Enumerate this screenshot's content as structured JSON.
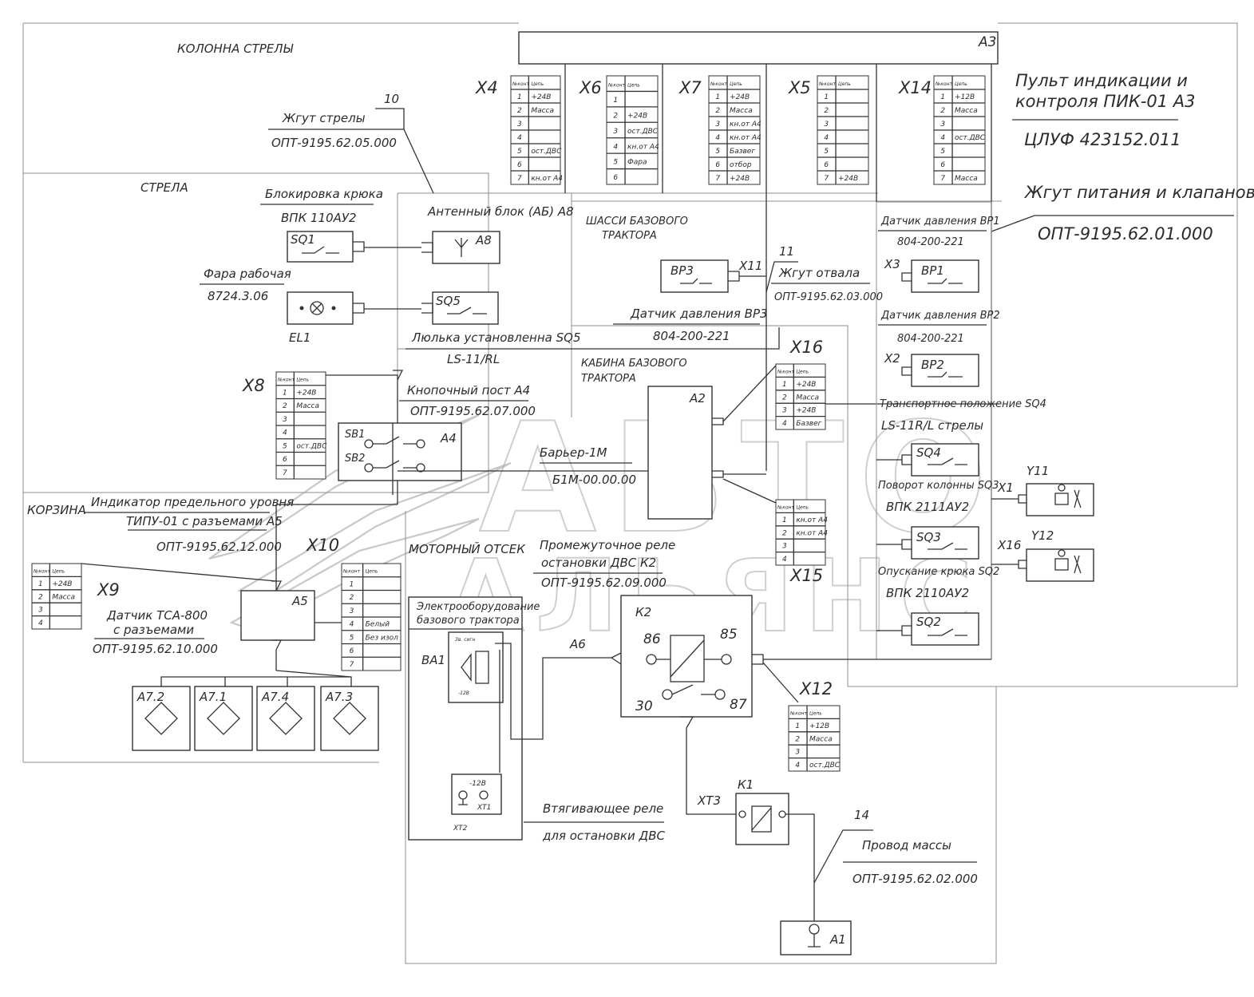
{
  "zones": {
    "boom_column": "КОЛОННА СТРЕЛЫ",
    "boom": "СТРЕЛА",
    "basket": "КОРЗИНА",
    "engine_bay": "МОТОРНЫЙ ОТСЕК",
    "chassis": "ШАССИ БАЗОВОГО ТРАКТОРА",
    "cabin": "КАБИНА БАЗОВОГО ТРАКТОРА"
  },
  "panel": {
    "ref": "А3",
    "title_line1": "Пульт индикации и",
    "title_line2": "контроля ПИК-01 А3",
    "code": "ЦЛУФ 423152.011"
  },
  "harnesses": {
    "boom_title": "Жгут стрелы",
    "boom_code": "ОПТ-9195.62.05.000",
    "boom_num": "10",
    "blade_title": "Жгут отвала",
    "blade_code": "ОПТ-9195.62.03.000",
    "blade_num": "11",
    "power_title": "Жгут питания и клапанов",
    "power_code": "ОПТ-9195.62.01.000",
    "ground_title": "Провод массы",
    "ground_code": "ОПТ-9195.62.02.000",
    "ground_num": "14"
  },
  "components": {
    "hook_lock": "Блокировка крюка",
    "hook_lock_code": "ВПК 110АУ2",
    "work_lamp": "Фара рабочая",
    "work_lamp_code": "8724.3.06",
    "antenna": "Антенный блок (АБ) А8",
    "cradle": "Люлька установленна SQ5",
    "cradle_code": "LS-11/RL",
    "button_post": "Кнопочный пост А4",
    "button_post_code": "ОПТ-9195.62.07.000",
    "barrier": "Барьер-1М",
    "barrier_code": "Б1М-00.00.00",
    "limit_ind1": "Индикатор предельного уровня",
    "limit_ind2": "ТИПУ-01 с разъемами А5",
    "limit_ind_code": "ОПТ-9195.62.12.000",
    "tsa1": "Датчик ТСА-800",
    "tsa2": "с разъемами",
    "tsa_code": "ОПТ-9195.62.10.000",
    "relay_k2_1": "Промежуточное реле",
    "relay_k2_2": "остановки ДВС К2",
    "relay_k2_code": "ОПТ-9195.62.09.000",
    "tractor_eq1": "Электрооборудование",
    "tractor_eq2": "базового трактора",
    "pull_relay1": "Втягивающее реле",
    "pull_relay2": "для остановки ДВС",
    "bp3": "Датчик давления ВР3",
    "bp3_code": "804-200-221",
    "bp1": "Датчик давления ВР1",
    "bp1_code": "804-200-221",
    "bp2": "Датчик давления ВР2",
    "bp2_code": "804-200-221",
    "sq4": "Транспортное положение SQ4",
    "sq4_code": "LS-11R/L стрелы",
    "sq3": "Поворот колонны SQ3",
    "sq3_code": "ВПК 2111АУ2",
    "sq2": "Опускание крюка SQ2",
    "sq2_code": "ВПК 2110АУ2"
  },
  "refs": {
    "x4": "Х4",
    "x6": "Х6",
    "x7": "Х7",
    "x5": "Х5",
    "x14": "Х14",
    "x8": "Х8",
    "x9": "Х9",
    "x10": "Х10",
    "x11": "Х11",
    "x16": "Х16",
    "x15": "Х15",
    "x12": "Х12",
    "x3": "Х3",
    "x2": "Х2",
    "x1": "Х1",
    "x16b": "Х16",
    "xt3": "ХТ3",
    "xt1": "ХТ1",
    "xt2": "ХТ2",
    "sq1": "SQ1",
    "sq5": "SQ5",
    "el1": "EL1",
    "a8": "А8",
    "sb1": "SB1",
    "sb2": "SB2",
    "a4": "А4",
    "a2": "А2",
    "a5": "А5",
    "a6": "А6",
    "k2": "К2",
    "k1": "К1",
    "a1": "А1",
    "ba1": "ВА1",
    "bp1": "ВР1",
    "bp2": "ВР2",
    "bp3": "ВР3",
    "sq4": "SQ4",
    "sq3": "SQ3",
    "sq2": "SQ2",
    "y11": "Y11",
    "y12": "Y12",
    "a72": "А7.2",
    "a71": "А7.1",
    "a74": "А7.4",
    "a73": "А7.3",
    "p86": "86",
    "p85": "85",
    "p30": "30",
    "p87": "87",
    "m12": "-12В",
    "m12b": "-12В",
    "buzzer": "Зв. сигн"
  },
  "table_header": {
    "col1": "№конт",
    "col2": "Цепь"
  },
  "tables": {
    "x4": [
      "+24В",
      "Масса",
      "",
      "",
      "ост.ДВС",
      "",
      "кн.от А4"
    ],
    "x6": [
      "",
      "+24В",
      "ост.ДВС",
      "кн.от А4",
      "Фара",
      ""
    ],
    "x7": [
      "+24В",
      "Масса",
      "кн.от А4",
      "кн.от А4",
      "Базвег",
      "отбор",
      "+24В"
    ],
    "x5": [
      "",
      "",
      "",
      "",
      "",
      "",
      "+24В"
    ],
    "x14": [
      "+12В",
      "Масса",
      "",
      "ост.ДВС",
      "",
      "",
      "Масса"
    ],
    "x8": [
      "+24В",
      "Масса",
      "",
      "",
      "ост.ДВС",
      "",
      ""
    ],
    "x16": [
      "+24В",
      "Масса",
      "+24В",
      "Базвег"
    ],
    "x15": [
      "кн.от А4",
      "кн.от А4",
      "",
      ""
    ],
    "x9": [
      "+24В",
      "Масса",
      "",
      ""
    ],
    "x10": [
      "",
      "",
      "",
      "Белый",
      "Без изол",
      "",
      ""
    ],
    "x12": [
      "+12В",
      "Масса",
      "",
      "ост.ДВС"
    ]
  },
  "watermark": {
    "line1": "АВТО",
    "line2": "АЛЬЯНС"
  }
}
